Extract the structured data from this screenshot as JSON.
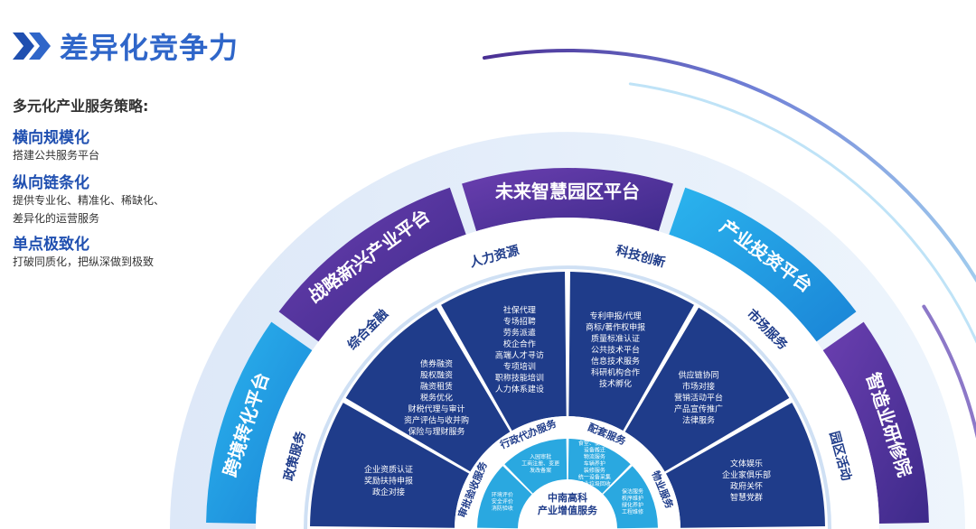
{
  "header": {
    "title": "差异化竞争力",
    "icon": "double-chevron-right-icon"
  },
  "strategy": {
    "heading": "多元化产业服务策略:",
    "items": [
      {
        "title": "横向规模化",
        "lines": [
          "搭建公共服务平台"
        ]
      },
      {
        "title": "纵向链条化",
        "lines": [
          "提供专业化、精准化、稀缺化、",
          "差异化的运营服务"
        ]
      },
      {
        "title": "单点极致化",
        "lines": [
          "打破同质化，把纵深做到极致"
        ]
      }
    ]
  },
  "diagram": {
    "center": {
      "lines": [
        "中南高科",
        "产业增值服务"
      ]
    },
    "platforms": [
      "跨境转化平台",
      "战略新兴产业平台",
      "未来智慧园区平台",
      "产业投资平台",
      "智造业研修院"
    ],
    "mid_sectors": [
      {
        "label": "政策服务",
        "items": [
          "企业资质认证",
          "奖励扶持申报",
          "政企对接"
        ]
      },
      {
        "label": "综合金融",
        "items": [
          "债券融资",
          "股权融资",
          "融资租赁",
          "税务优化",
          "财税代理与审计",
          "资产评估与收并购",
          "保险与理财服务"
        ]
      },
      {
        "label": "人力资源",
        "items": [
          "社保代理",
          "专场招聘",
          "劳务派遣",
          "校企合作",
          "高端人才寻访",
          "专项培训",
          "职称技能培训",
          "人力体系建设"
        ]
      },
      {
        "label": "科技创新",
        "items": [
          "专利申报/代理",
          "商标/著作权申报",
          "质量标准认证",
          "公共技术平台",
          "信息技术服务",
          "科研机构合作",
          "技术孵化"
        ]
      },
      {
        "label": "市场服务",
        "items": [
          "供应链协同",
          "市场对接",
          "营销活动平台",
          "产品宣传推广",
          "法律服务"
        ]
      },
      {
        "label": "园区活动",
        "items": [
          "文体娱乐",
          "企业家俱乐部",
          "政府关怀",
          "智慧党群"
        ]
      }
    ],
    "inner_sectors": [
      {
        "label": "审批验收服务",
        "items": [
          "环境评价",
          "安全评价",
          "消防验收"
        ]
      },
      {
        "label": "行政代办服务",
        "items": [
          "入园审批",
          "工商注册、变更",
          "发改备案"
        ]
      },
      {
        "label": "配套服务",
        "items": [
          "食堂、便利店",
          "设备搬迁",
          "物流服务",
          "车辆养护",
          "装修服务",
          "统一设备采集",
          "工业垃圾回收"
        ]
      },
      {
        "label": "物业服务",
        "items": [
          "保洁服务",
          "秩序维护",
          "绿化养护",
          "工程维修"
        ]
      }
    ]
  },
  "colors": {
    "title_blue": "#2f66c9",
    "navy": "#1f3c8a",
    "light_blue": "#2aa8e0",
    "ring_purple": "#55339a",
    "ring_blue": "#1c9ae0"
  }
}
